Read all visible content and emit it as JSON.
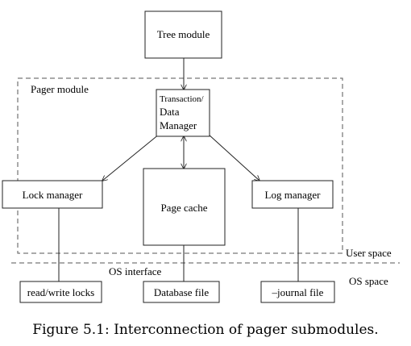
{
  "nodes": {
    "tree_module": "Tree module",
    "transaction_manager": {
      "line1": "Transaction/",
      "line2": "Data",
      "line3": "Manager"
    },
    "lock_manager": "Lock manager",
    "page_cache": "Page cache",
    "log_manager": "Log manager",
    "read_write_locks": "read/write locks",
    "database_file": "Database file",
    "journal_file": "–journal file"
  },
  "regions": {
    "pager_module": "Pager module",
    "user_space": "User space",
    "os_interface": "OS interface",
    "os_space": "OS space"
  },
  "caption": "Figure 5.1: Interconnection of pager submodules."
}
